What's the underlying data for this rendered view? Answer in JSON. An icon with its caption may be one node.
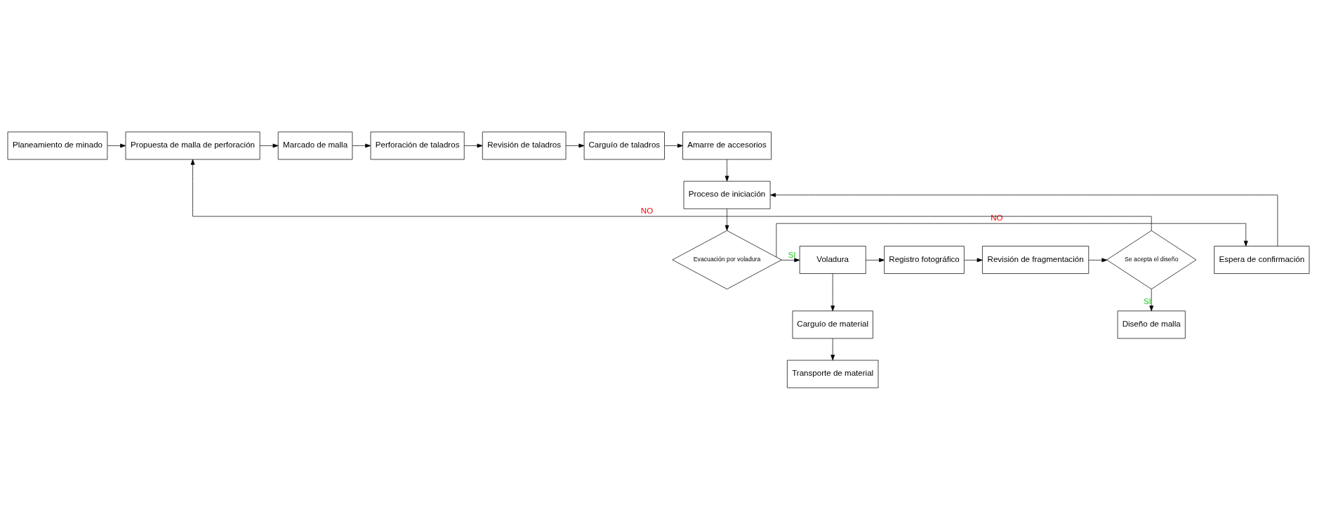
{
  "diagram": {
    "nodes": [
      {
        "text": [
          "Planeamiento de minado"
        ]
      },
      {
        "text": [
          "Propuesta de malla de perforación"
        ]
      },
      {
        "text": [
          "Marcado de malla"
        ]
      },
      {
        "text": [
          "Perforación de taladros"
        ]
      },
      {
        "text": [
          "Revisión de taladros"
        ]
      },
      {
        "text": [
          "Carguío de taladros"
        ]
      },
      {
        "text": [
          "Amarre de accesorios"
        ]
      },
      {
        "text": [
          "Proceso de iniciación"
        ]
      },
      {
        "text": [
          "Evacuación por voladura"
        ]
      },
      {
        "text": [
          "Espera de confirmación"
        ]
      },
      {
        "text": [
          "Voladura"
        ]
      },
      {
        "text": [
          "Registro fotográfico"
        ]
      },
      {
        "text": [
          "Revisión de fragmentación"
        ]
      },
      {
        "text": [
          "Se acepta el diseño"
        ]
      },
      {
        "text": [
          "Diseño de malla"
        ]
      },
      {
        "text": [
          "Carguío de material"
        ]
      },
      {
        "text": [
          "Transporte de material"
        ]
      }
    ],
    "edges": [
      {
        "from": 0,
        "to": 1,
        "arrow": "to"
      },
      {
        "from": 1,
        "to": 2,
        "arrow": "to"
      },
      {
        "from": 2,
        "to": 3,
        "arrow": "to"
      },
      {
        "from": 3,
        "to": 4,
        "arrow": "to"
      },
      {
        "from": 4,
        "to": 5,
        "arrow": "to"
      },
      {
        "from": 5,
        "to": 6,
        "arrow": "to"
      },
      {
        "from": 6,
        "to": 7,
        "arrow": "to"
      },
      {
        "from": 7,
        "to": 8,
        "arrow": "to"
      },
      {
        "from": 8,
        "to": 9,
        "arrow": "to",
        "label": "NO"
      },
      {
        "from": 9,
        "to": 7,
        "arrow": "to"
      },
      {
        "from": 8,
        "to": 10,
        "arrow": "to",
        "label": "SI"
      },
      {
        "from": 10,
        "to": 11,
        "arrow": "to"
      },
      {
        "from": 11,
        "to": 12,
        "arrow": "to"
      },
      {
        "from": 12,
        "to": 13,
        "arrow": "to"
      },
      {
        "from": 13,
        "to": 1,
        "arrow": "to",
        "label": "NO"
      },
      {
        "from": 13,
        "to": 14,
        "arrow": "to",
        "label": "SI"
      },
      {
        "from": 10,
        "to": 15,
        "arrow": "to"
      },
      {
        "from": 15,
        "to": 16,
        "arrow": "to"
      }
    ]
  }
}
